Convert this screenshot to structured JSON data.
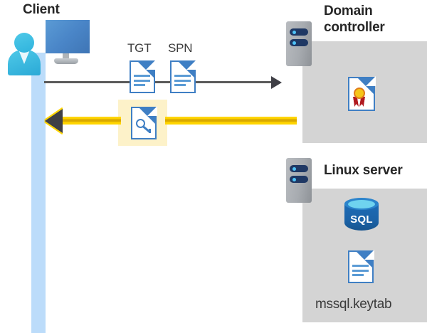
{
  "diagram": {
    "title_client": "Client",
    "title_domain_controller": "Domain controller",
    "title_linux_server": "Linux server",
    "labels": {
      "tgt": "TGT",
      "spn": "SPN",
      "keytab_caption": "mssql.keytab",
      "sql_text": "SQL"
    },
    "icons": {
      "client_workstation": "user-workstation-icon",
      "tgt_document": "document-icon",
      "spn_document": "document-icon",
      "ticket_key_document": "key-document-icon",
      "certificate": "certificate-icon",
      "sql_database": "sql-database-icon",
      "keytab_document": "document-icon",
      "server_rack": "server-rack-icon"
    },
    "flows": {
      "request_direction": "client-to-domain-controller",
      "response_direction": "domain-controller-to-client"
    },
    "colors": {
      "panel_gray": "#d4d4d4",
      "accent_blue": "#3f7fc4",
      "lifeline_blue": "#bcdcfa",
      "highlight_yellow": "#fdf2c9",
      "arrow_yellow": "#ffd500",
      "arrow_gray": "#3f3f46",
      "sql_blue": "#1d6bb5",
      "seal_gold": "#f5c518",
      "ribbon_red": "#b01a20",
      "text_dark": "#262626"
    }
  }
}
